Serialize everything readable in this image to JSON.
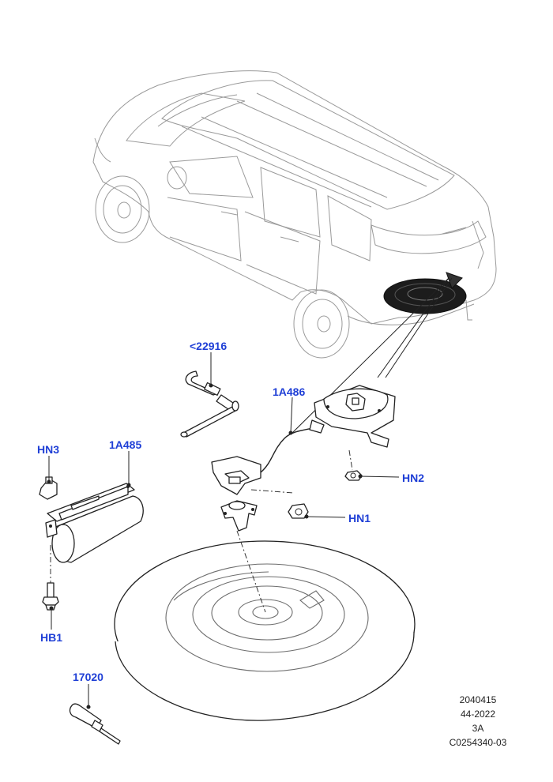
{
  "callouts": {
    "c22916": "<22916",
    "c1a486": "1A486",
    "c1a485": "1A485",
    "hn3": "HN3",
    "hn2": "HN2",
    "hn1": "HN1",
    "hb1": "HB1",
    "c17020": "17020"
  },
  "reference": {
    "line1": "2040415",
    "line2": "44-2022",
    "line3": "3A",
    "line4": "C0254340-03"
  },
  "colors": {
    "callout": "#1f3fd6",
    "linework": "#222222"
  }
}
